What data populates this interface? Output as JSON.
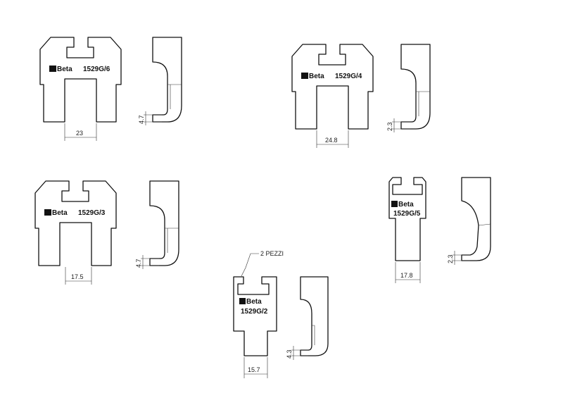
{
  "logo_text": "Beta",
  "parts": [
    {
      "code": "1529G/6",
      "width_dim": "23",
      "height_dim": "4.7"
    },
    {
      "code": "1529G/4",
      "width_dim": "24.8",
      "height_dim": "2.3"
    },
    {
      "code": "1529G/3",
      "width_dim": "17.5",
      "height_dim": "4.7"
    },
    {
      "code": "1529G/5",
      "width_dim": "17.8",
      "height_dim": "2.3"
    },
    {
      "code": "1529G/2",
      "width_dim": "15.7",
      "height_dim": "4.3",
      "note": "2 PEZZI"
    }
  ]
}
